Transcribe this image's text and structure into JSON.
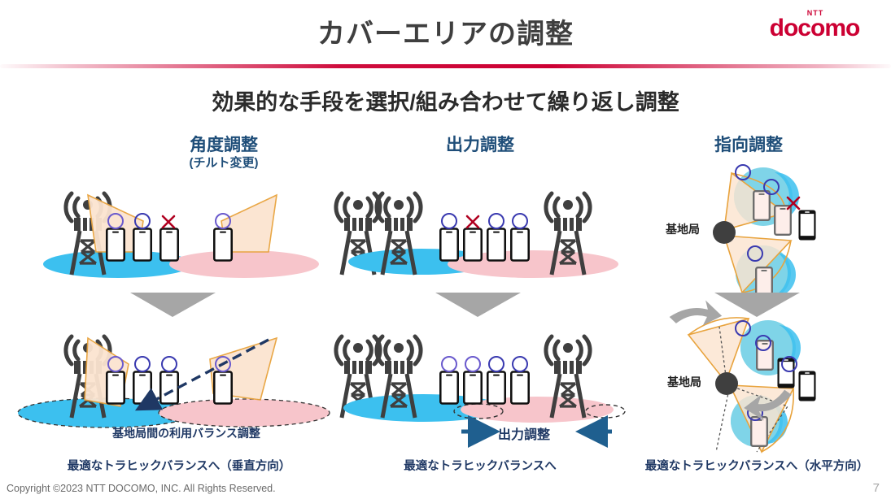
{
  "header": {
    "title": "カバーエリアの調整",
    "logo_ntt": "NTT",
    "logo_docomo": "docomo",
    "brand_color": "#cc0033"
  },
  "subtitle": "効果的な手段を選択/組み合わせて繰り返し調整",
  "columns": [
    {
      "id": "angle",
      "heading": "角度調整",
      "subheading": "(チルト変更)",
      "annotation": "基地局間の利用バランス調整",
      "caption": "最適なトラヒックバランスへ（垂直方向）"
    },
    {
      "id": "power",
      "heading": "出力調整",
      "subheading": "",
      "annotation": "出力調整",
      "caption": "最適なトラヒックバランスへ"
    },
    {
      "id": "direction",
      "heading": "指向調整",
      "subheading": "",
      "annotation_top": "基地局",
      "annotation_bottom": "基地局",
      "caption": "最適なトラヒックバランスへ（水平方向）"
    }
  ],
  "footer": {
    "copyright": "Copyright ©2023 NTT DOCOMO, INC. All Rights Reserved.",
    "page_number": "7"
  },
  "palette": {
    "heading_blue": "#1f4e79",
    "caption_blue": "#1f3864",
    "beam_fill": "#fbe4d0",
    "beam_stroke": "#e8a33d",
    "coverage_blue": "#3cc0ef",
    "coverage_pink": "#f7c5cb",
    "cell_cyan": "#7fd4e8",
    "tower_gray": "#3f3f3f",
    "arrow_gray": "#a6a6a6",
    "ok_circle": "#3a3ab0",
    "ng_cross": "#b00020",
    "dashed_arrow": "#1f3864"
  }
}
